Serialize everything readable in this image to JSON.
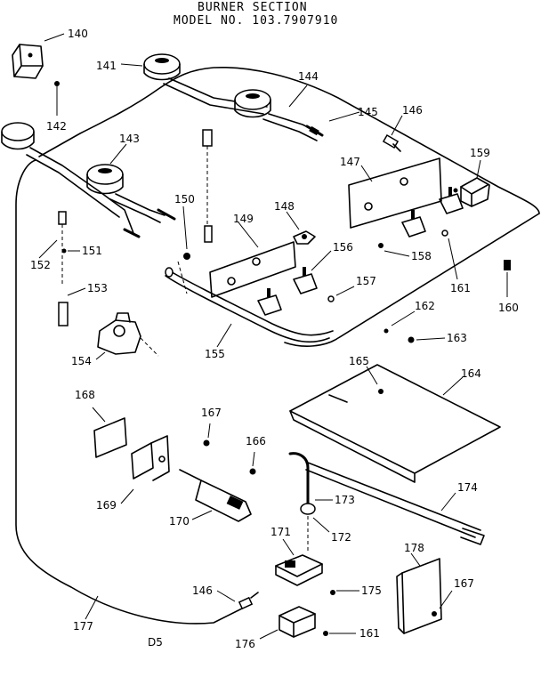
{
  "header": {
    "line1": "BURNER SECTION",
    "line2": "MODEL NO. 103.7907910"
  },
  "footer_code": "D5",
  "labels": {
    "p140": "140",
    "p141": "141",
    "p142": "142",
    "p143": "143",
    "p144": "144",
    "p145": "145",
    "p146a": "146",
    "p146b": "146",
    "p147": "147",
    "p148": "148",
    "p149": "149",
    "p150": "150",
    "p151": "151",
    "p152": "152",
    "p153": "153",
    "p154": "154",
    "p155": "155",
    "p156": "156",
    "p157": "157",
    "p158": "158",
    "p159": "159",
    "p160": "160",
    "p161a": "161",
    "p161b": "161",
    "p162": "162",
    "p163": "163",
    "p164": "164",
    "p165": "165",
    "p166": "166",
    "p167a": "167",
    "p167b": "167",
    "p168": "168",
    "p169": "169",
    "p170": "170",
    "p171": "171",
    "p172": "172",
    "p173": "173",
    "p174": "174",
    "p175": "175",
    "p176": "176",
    "p177": "177",
    "p178": "178"
  }
}
